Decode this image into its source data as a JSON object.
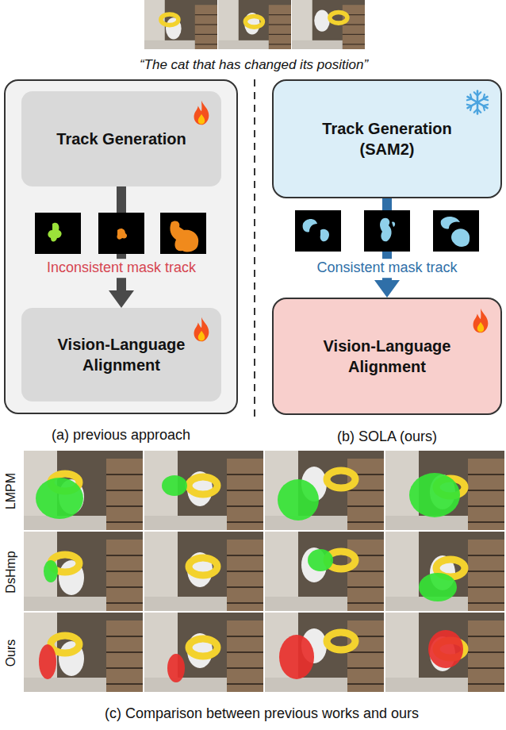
{
  "diagram": {
    "nodes": [
      {
        "text": [
          "(a) previous approach"
        ]
      },
      {
        "text": [
          "Track Generation"
        ],
        "in": 0
      },
      {
        "text": [
          "Vision-Language Alignment"
        ],
        "in": 0
      },
      {
        "text": [
          "Track Generation (SAM2)"
        ]
      },
      {
        "text": [
          "Vision-Language Alignment"
        ]
      }
    ],
    "edges": [
      {
        "from": 1,
        "to": 2,
        "arrow": "to",
        "label": "Inconsistent mask track"
      },
      {
        "from": 3,
        "to": 4,
        "arrow": "to",
        "label": "Consistent mask track"
      }
    ],
    "labels": [
      "“The cat that has changed its position”",
      "(b) SOLA (ours)",
      "LMPM",
      "DsHmp",
      "Ours",
      "(c) Comparison between previous works and ours"
    ]
  }
}
